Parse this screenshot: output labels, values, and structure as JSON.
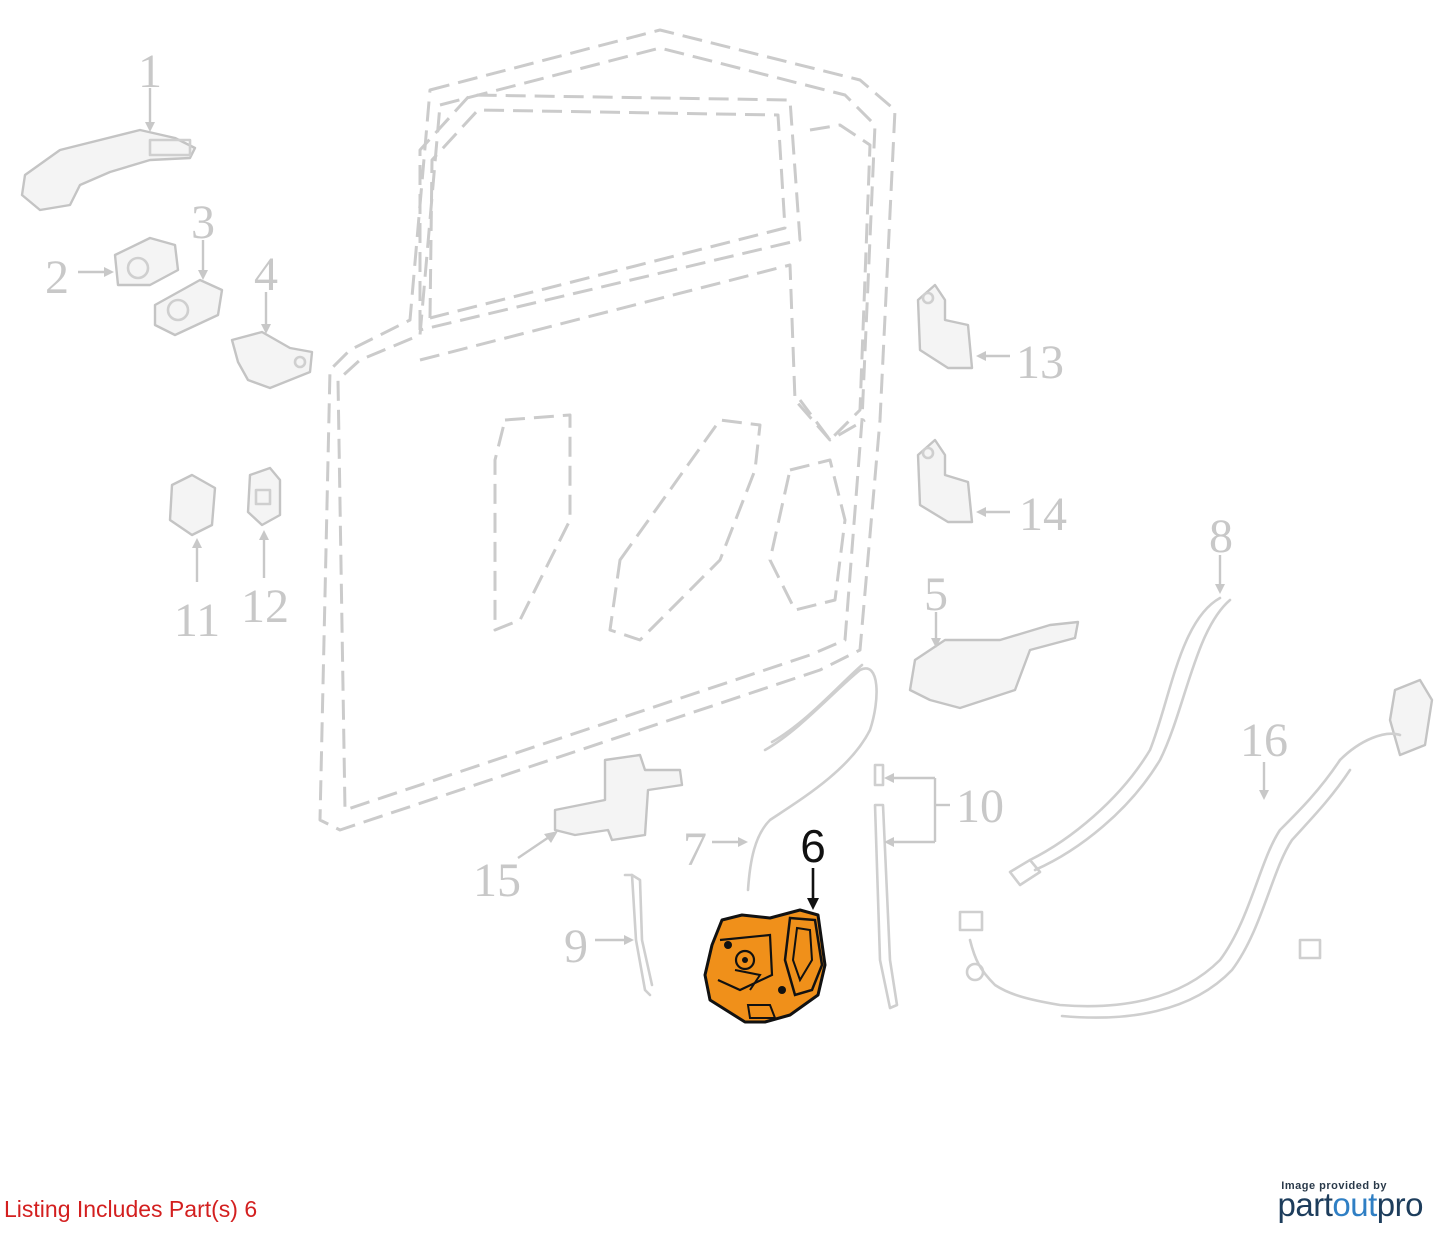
{
  "diagram": {
    "callouts": [
      {
        "id": "1",
        "label": "1",
        "highlighted": false
      },
      {
        "id": "2",
        "label": "2",
        "highlighted": false
      },
      {
        "id": "3",
        "label": "3",
        "highlighted": false
      },
      {
        "id": "4",
        "label": "4",
        "highlighted": false
      },
      {
        "id": "5",
        "label": "5",
        "highlighted": false
      },
      {
        "id": "6",
        "label": "6",
        "highlighted": true
      },
      {
        "id": "7",
        "label": "7",
        "highlighted": false
      },
      {
        "id": "8",
        "label": "8",
        "highlighted": false
      },
      {
        "id": "9",
        "label": "9",
        "highlighted": false
      },
      {
        "id": "10",
        "label": "10",
        "highlighted": false
      },
      {
        "id": "11",
        "label": "11",
        "highlighted": false
      },
      {
        "id": "12",
        "label": "12",
        "highlighted": false
      },
      {
        "id": "13",
        "label": "13",
        "highlighted": false
      },
      {
        "id": "14",
        "label": "14",
        "highlighted": false
      },
      {
        "id": "15",
        "label": "15",
        "highlighted": false
      },
      {
        "id": "16",
        "label": "16",
        "highlighted": false
      }
    ],
    "highlight_color": "#f0901a",
    "ghost_color": "#cfcfcf"
  },
  "footer": {
    "listing_text": "Listing Includes Part(s) 6",
    "listing_color": "#d31f1f",
    "credit_text": "Image provided by",
    "brand_part1": "part",
    "brand_part2": "out",
    "brand_part3": "pro"
  }
}
